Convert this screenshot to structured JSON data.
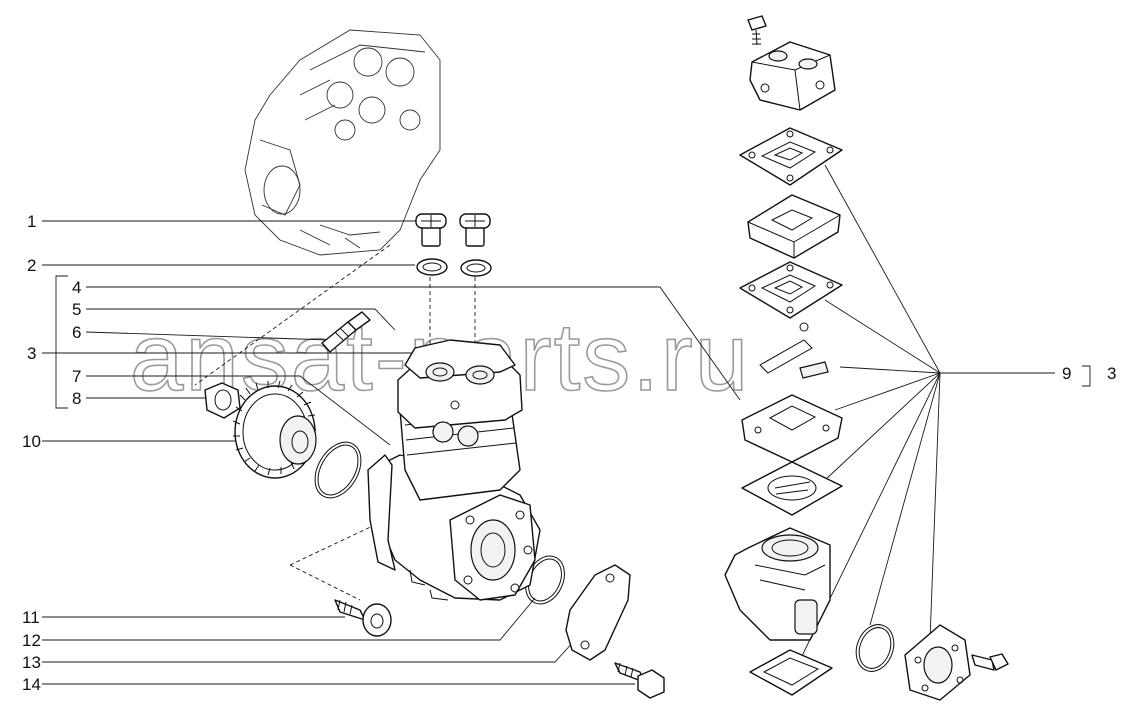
{
  "watermark": "ansat-parts.ru",
  "callouts": {
    "c1": "1",
    "c2": "2",
    "c3": "3",
    "c4": "4",
    "c5": "5",
    "c6": "6",
    "c7": "7",
    "c8": "8",
    "c9": "9",
    "c9_ref": "3",
    "c10": "10",
    "c11": "11",
    "c12": "12",
    "c13": "13",
    "c14": "14"
  }
}
